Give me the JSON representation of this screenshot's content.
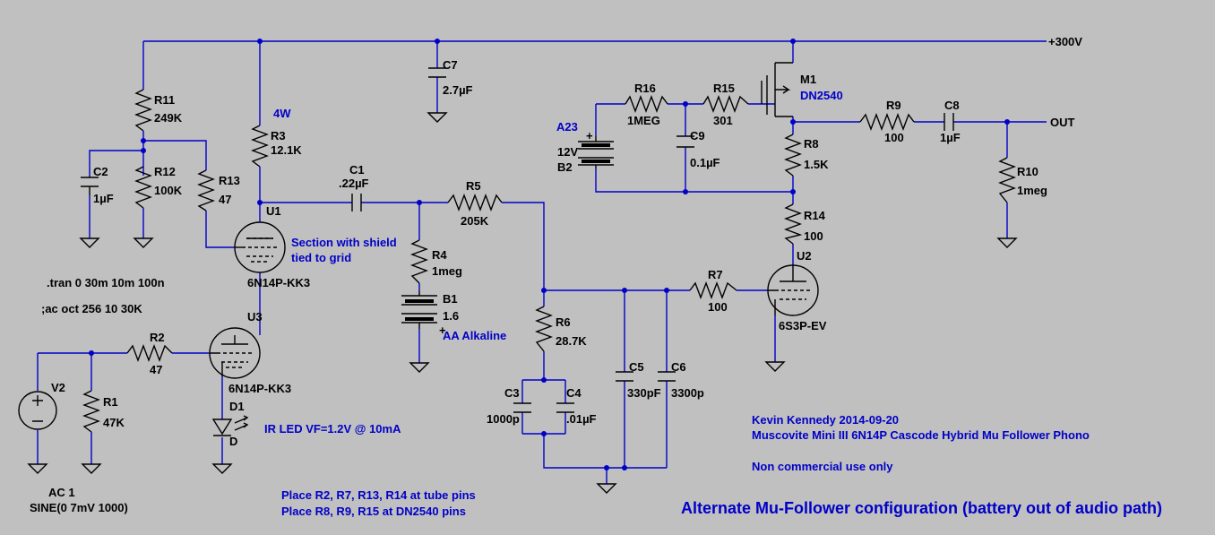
{
  "rails": {
    "supply": "+300V",
    "out": "OUT"
  },
  "labels": {
    "R11": "R11",
    "R11v": "249K",
    "R12": "R12",
    "R12v": "100K",
    "R13": "R13",
    "R13v": "47",
    "C2": "C2",
    "C2v": "1µF",
    "R3": "R3",
    "R3v": "12.1K",
    "R3p": "4W",
    "C7": "C7",
    "C7v": "2.7µF",
    "C1": "C1",
    "C1v": ".22µF",
    "R5": "R5",
    "R5v": "205K",
    "R4": "R4",
    "R4v": "1meg",
    "B1": "B1",
    "B1v": "1.6",
    "B1t": "AA Alkaline",
    "U1": "U1",
    "U1m": "6N14P-KK3",
    "U1n1": "Section with shield",
    "U1n2": "tied to grid",
    "U3": "U3",
    "U3m": "6N14P-KK3",
    "R2": "R2",
    "R2v": "47",
    "V2": "V2",
    "R1": "R1",
    "R1v": "47K",
    "D1": "D1",
    "D1v": "D",
    "D1t": "IR LED VF=1.2V @ 10mA",
    "R16": "R16",
    "R16v": "1MEG",
    "R15": "R15",
    "R15v": "301",
    "M1": "M1",
    "M1v": "DN2540",
    "A23": "A23",
    "B2v": "12V",
    "B2": "B2",
    "C9": "C9",
    "C9v": "0.1µF",
    "R8": "R8",
    "R8v": "1.5K",
    "R14": "R14",
    "R14v": "100",
    "U2": "U2",
    "U2m": "6S3P-EV",
    "R7": "R7",
    "R7v": "100",
    "R6": "R6",
    "R6v": "28.7K",
    "C3": "C3",
    "C3v": "1000p",
    "C4": "C4",
    "C4v": ".01µF",
    "C5": "C5",
    "C5v": "330pF",
    "C6": "C6",
    "C6v": "3300p",
    "R9": "R9",
    "R9v": "100",
    "C8": "C8",
    "C8v": "1µF",
    "R10": "R10",
    "R10v": "1meg"
  },
  "directives": {
    "tran": ".tran 0 30m 10m 100n",
    "ac": ";ac oct 256 10 30K",
    "source1": "AC 1",
    "source2": "SINE(0 7mV 1000)"
  },
  "notes": {
    "author": "Kevin Kennedy 2014-09-20",
    "project": "Muscovite Mini III 6N14P Cascode Hybrid Mu Follower Phono",
    "license": "Non commercial use only",
    "place1": "Place R2, R7, R13, R14 at tube pins",
    "place2": "Place R8, R9, R15 at DN2540 pins",
    "title": "Alternate Mu-Follower configuration (battery out of audio path)"
  }
}
